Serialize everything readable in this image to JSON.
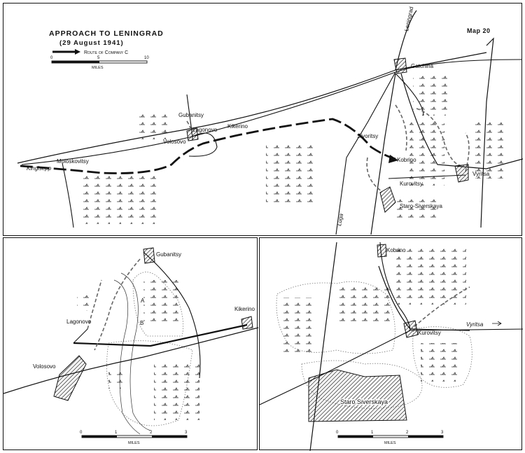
{
  "map_number": "Map 20",
  "title": "APPROACH TO LENINGRAD",
  "subtitle": "(29 August 1941)",
  "legend": {
    "route_label": "Route of Company C"
  },
  "scales": {
    "main": {
      "ticks": [
        "0",
        "5",
        "10"
      ],
      "unit": "MILES"
    },
    "left": {
      "ticks": [
        "0",
        "1",
        "2",
        "3"
      ],
      "unit": "MILES"
    },
    "right": {
      "ticks": [
        "0",
        "1",
        "2",
        "3"
      ],
      "unit": "MILES"
    }
  },
  "places": {
    "gatchina": "Gatchina",
    "leningrad": "Leningrad",
    "gubanitsy": "Gubanitsy",
    "kikerino": "Kikerino",
    "lagonovo": "Lagonovo",
    "volosovo": "Volosovo",
    "moloskovitsy": "Moloskovitsy",
    "kingisepp": "Kingisepp",
    "sivoritsy": "Sivoritsy",
    "kobrino": "Kobrino",
    "kurovitsy": "Kurovitsy",
    "staro_siverskaya": "Staro-Siverskaya",
    "staro_siverskaya_2": "Staro Siverskaya",
    "vyritsa": "Vyritsa",
    "luga": "Luga"
  },
  "points": {
    "a": "A",
    "b": "B"
  }
}
